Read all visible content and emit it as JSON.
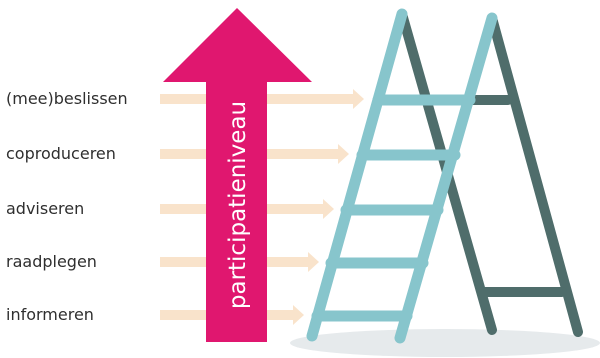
{
  "diagram": {
    "arrow_label": "participatieniveau",
    "levels": [
      {
        "label": "(mee)beslissen"
      },
      {
        "label": "coproduceren"
      },
      {
        "label": "adviseren"
      },
      {
        "label": "raadplegen"
      },
      {
        "label": "informeren"
      }
    ],
    "colors": {
      "arrow": "#e0176f",
      "connector": "#f9e3cb",
      "ladder_front": "#87c5cc",
      "ladder_back": "#4f6d6b",
      "floor_shadow": "#e6eaec",
      "text": "#2f2f2f"
    }
  }
}
